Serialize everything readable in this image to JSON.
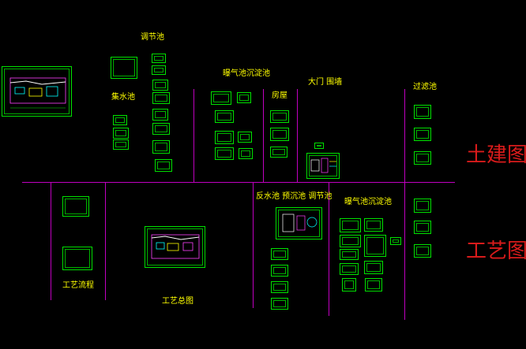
{
  "colors": {
    "background": "#000000",
    "divider": "#c000c0",
    "sheet": "#00e000",
    "label": "#ffff00",
    "category": "#d81b1b"
  },
  "labels": {
    "regulating_tank_top": "调节池",
    "collection_tank": "集水池",
    "aeration_sedimentation_top": "曝气池沉淀池",
    "building": "房屋",
    "gate_wall": "大门 围墙",
    "filter_tank_top": "过滤池",
    "process_group_bottom": "反水池 预沉池 调节池",
    "aeration_sedimentation_bottom": "曝气池沉淀池",
    "process_flow": "工艺流程",
    "process_general_plan": "工艺总图"
  },
  "categories": {
    "civil": "土建图",
    "process": "工艺图"
  }
}
